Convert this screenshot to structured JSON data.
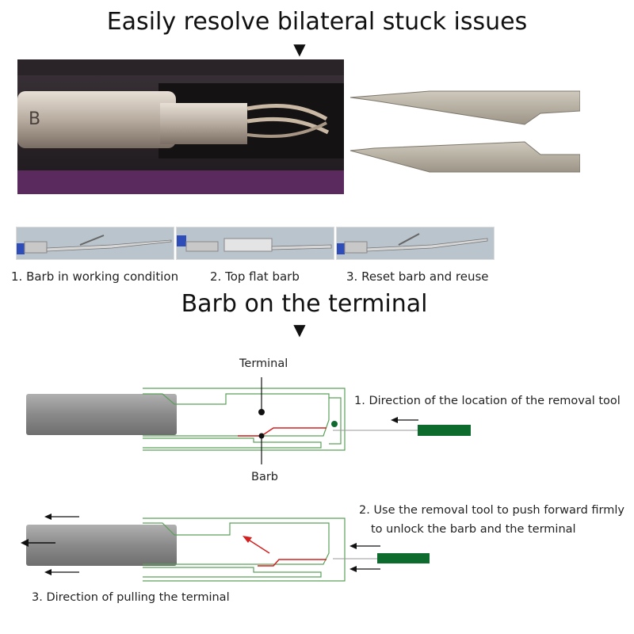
{
  "heading_top": "Easily resolve bilateral stuck issues",
  "heading_mid": "Barb on the terminal",
  "down_arrow": "▼",
  "captions": [
    "1. Barb in working condition",
    "2. Top flat barb",
    "3. Reset barb and reuse"
  ],
  "diagram1": {
    "terminal_label": "Terminal",
    "barb_label": "Barb",
    "step1": "1. Direction of the location of the removal tool"
  },
  "diagram2": {
    "step2_line1": "2. Use the removal tool to push forward firmly",
    "step2_line2": "to unlock the barb and the terminal",
    "step3": "3. Direction of pulling the terminal"
  },
  "colors": {
    "outline_green": "#5aa05a",
    "tool_green": "#0d6b2e",
    "barb_red": "#d32020",
    "photo_purple": "#5a2a5e"
  }
}
